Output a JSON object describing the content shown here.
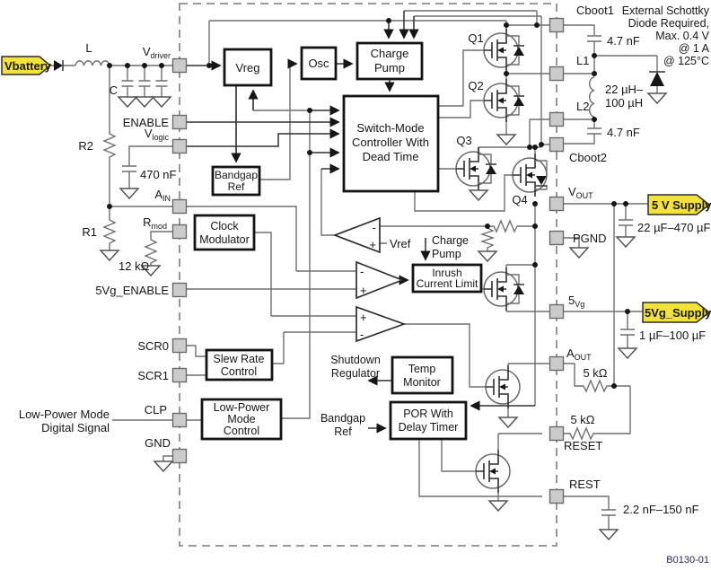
{
  "figure_id": "B0130-01",
  "flags": {
    "vbattery": "Vbattery",
    "supply_5v": "5 V Supply",
    "supply_5vg": "5Vg_Supply"
  },
  "pins_left": {
    "vdriver": {
      "main": "V",
      "sub": "driver"
    },
    "enable": "ENABLE",
    "vlogic": {
      "main": "V",
      "sub": "logic"
    },
    "ain": {
      "main": "A",
      "sub": "IN"
    },
    "rmod": {
      "main": "R",
      "sub": "mod"
    },
    "v5g_enable": "5Vg_ENABLE",
    "scr0": "SCR0",
    "scr1": "SCR1",
    "clp": "CLP",
    "gnd": "GND"
  },
  "pins_right": {
    "cboot1": "Cboot1",
    "l1": "L1",
    "l2": "L2",
    "cboot2": "Cboot2",
    "vout": {
      "main": "V",
      "sub": "OUT"
    },
    "pgnd": "PGND",
    "v5g": {
      "main": "5",
      "sub": "Vg"
    },
    "aout": {
      "main": "A",
      "sub": "OUT"
    },
    "reset": "RESET",
    "rest": "REST"
  },
  "blocks": {
    "vreg": "Vreg",
    "osc": "Osc",
    "charge_pump": [
      "Charge",
      "Pump"
    ],
    "controller": [
      "Switch-Mode",
      "Controller With",
      "Dead Time"
    ],
    "bandgap": [
      "Bandgap",
      "Ref"
    ],
    "clock_modulator": [
      "Clock",
      "Modulator"
    ],
    "slew_rate": [
      "Slew Rate",
      "Control"
    ],
    "low_power": [
      "Low-Power",
      "Mode",
      "Control"
    ],
    "temp_monitor": [
      "Temp",
      "Monitor"
    ],
    "por": [
      "POR With",
      "Delay Timer"
    ],
    "inrush": [
      "Inrush",
      "Current Limit"
    ]
  },
  "comparators": {
    "c1": {
      "top": "-",
      "bottom": "+"
    },
    "c2": {
      "top": "-",
      "bottom": "+"
    },
    "c3": {
      "top": "+",
      "bottom": "-"
    }
  },
  "transistors": {
    "q1": "Q1",
    "q2": "Q2",
    "q3": "Q3",
    "q4": "Q4"
  },
  "components": {
    "l": "L",
    "c": "C",
    "r2": "R2",
    "r1": "R1",
    "r1_value": "12 kΩ",
    "c_vlogic": "470 nF",
    "c_boot1": "4.7 nF",
    "c_boot2": "4.7 nF",
    "l_out_1": "22 µH–",
    "l_out_2": "100 µH",
    "c_out": "22 µF–470 µF",
    "c_5vg": "1 µF–100 µF",
    "r_aout": "5 kΩ",
    "r_reset": "5 kΩ",
    "c_rest": "2.2 nF–150 nF"
  },
  "notes": {
    "schottky": [
      "External Schottky",
      "Diode Required,",
      "Max. 0.4 V",
      "@ 1 A",
      "@ 125°C"
    ],
    "lpm": [
      "Low-Power Mode",
      "Digital Signal"
    ],
    "shutdown": [
      "Shutdown",
      "Regulator"
    ],
    "bandgap_ref": [
      "Bandgap",
      "Ref"
    ],
    "charge_pump": [
      "Charge",
      "Pump"
    ],
    "vref": "Vref"
  }
}
